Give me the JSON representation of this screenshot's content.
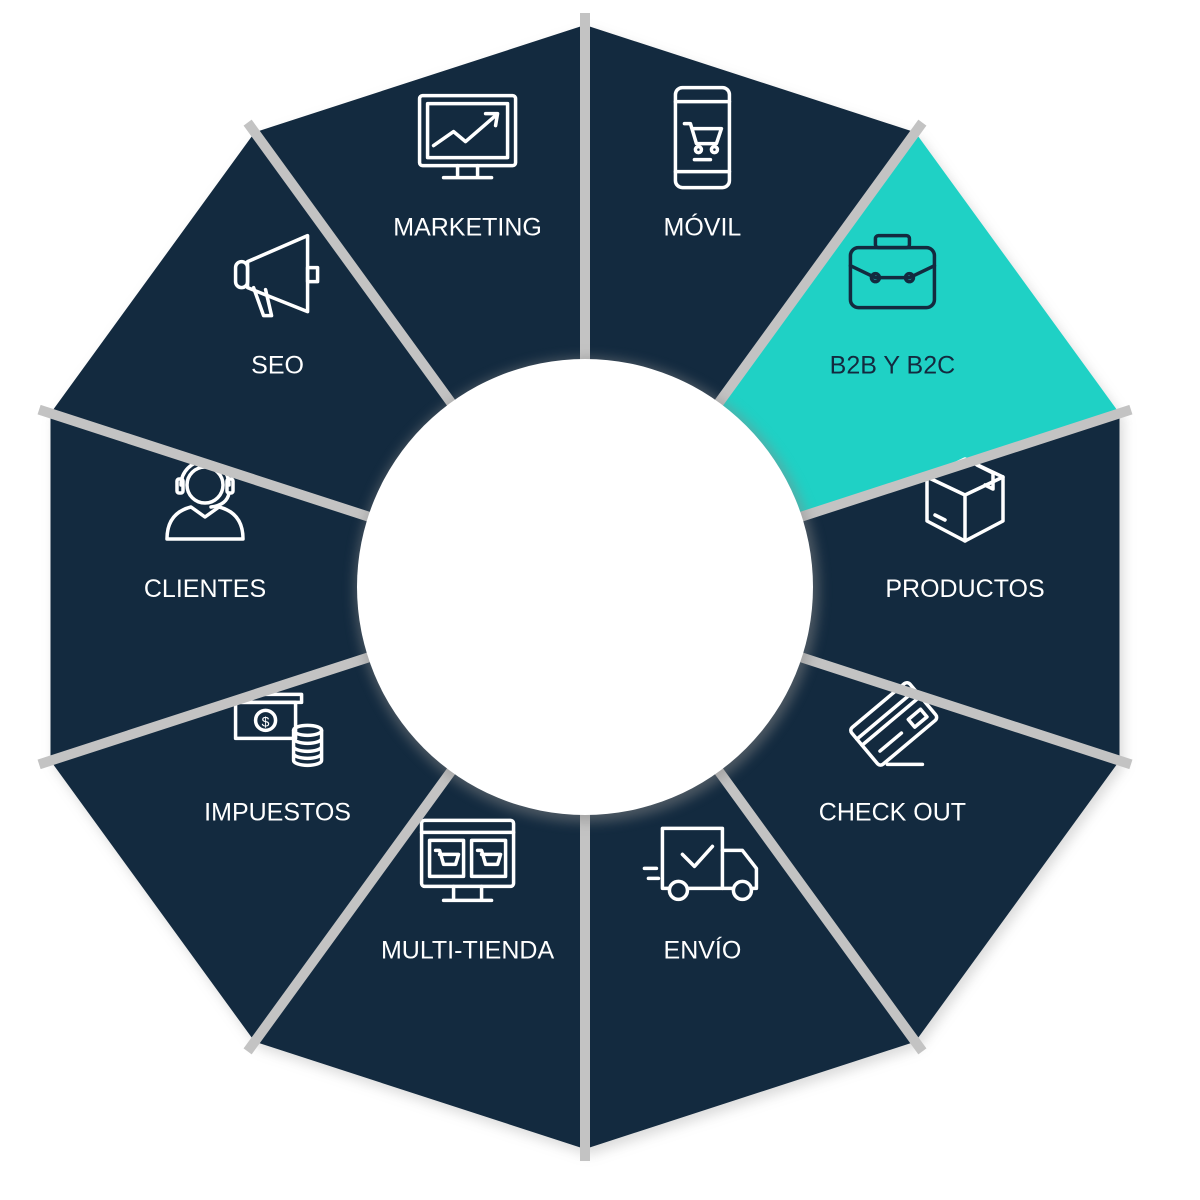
{
  "colors": {
    "navy": "#132a3f",
    "accent": "#1fd1c5",
    "gap": "#c3c3c3",
    "text_light": "#ffffff"
  },
  "segments": [
    {
      "label": "MÓVIL",
      "icon": "mobile-cart-icon",
      "highlight": false
    },
    {
      "label": "B2B Y B2C",
      "icon": "briefcase-icon",
      "highlight": true
    },
    {
      "label": "PRODUCTOS",
      "icon": "box-icon",
      "highlight": false
    },
    {
      "label": "CHECK OUT",
      "icon": "credit-card-icon",
      "highlight": false
    },
    {
      "label": "ENVÍO",
      "icon": "delivery-truck-icon",
      "highlight": false
    },
    {
      "label": "MULTI-TIENDA",
      "icon": "multi-store-monitor-icon",
      "highlight": false
    },
    {
      "label": "IMPUESTOS",
      "icon": "money-coins-icon",
      "highlight": false
    },
    {
      "label": "CLIENTES",
      "icon": "headset-agent-icon",
      "highlight": false
    },
    {
      "label": "SEO",
      "icon": "megaphone-icon",
      "highlight": false
    },
    {
      "label": "MARKETING",
      "icon": "chart-monitor-icon",
      "highlight": false
    }
  ]
}
